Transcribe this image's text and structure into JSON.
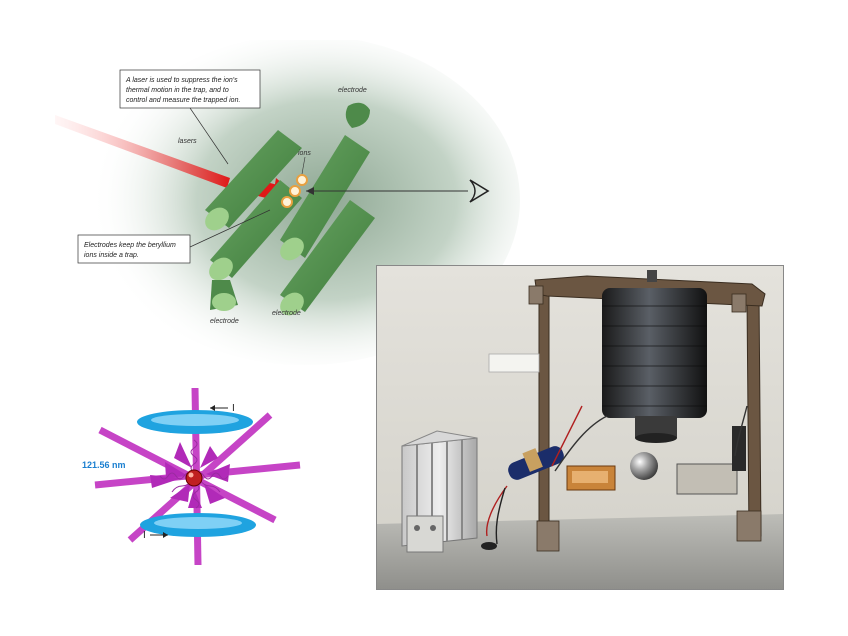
{
  "ion_trap": {
    "callout_laser": [
      "A laser is used to suppress the ion's",
      "thermal motion in the trap, and to",
      "control and measure the trapped ion."
    ],
    "callout_electrodes": [
      "Electrodes keep the beryllium",
      "ions inside a trap."
    ],
    "label_lasers": "lasers",
    "label_ions": "ions",
    "label_electrode_top": "electrode",
    "label_electrode_bottom_left": "electrode",
    "label_electrode_bottom_right": "electrode",
    "colors": {
      "rod": "#4e8a4a",
      "rod_end": "#9fd08c",
      "laser": "#e02020",
      "glow": "#c8d6cc"
    }
  },
  "laser_cooling": {
    "wavelength_label": "121.56 nm",
    "current_label_top": "I",
    "current_label_bottom": "I",
    "colors": {
      "ring": "#1fa3e0",
      "beam": "#c030c0",
      "atom": "#c02020"
    }
  },
  "photo": {
    "subject": "levitation-apparatus"
  }
}
